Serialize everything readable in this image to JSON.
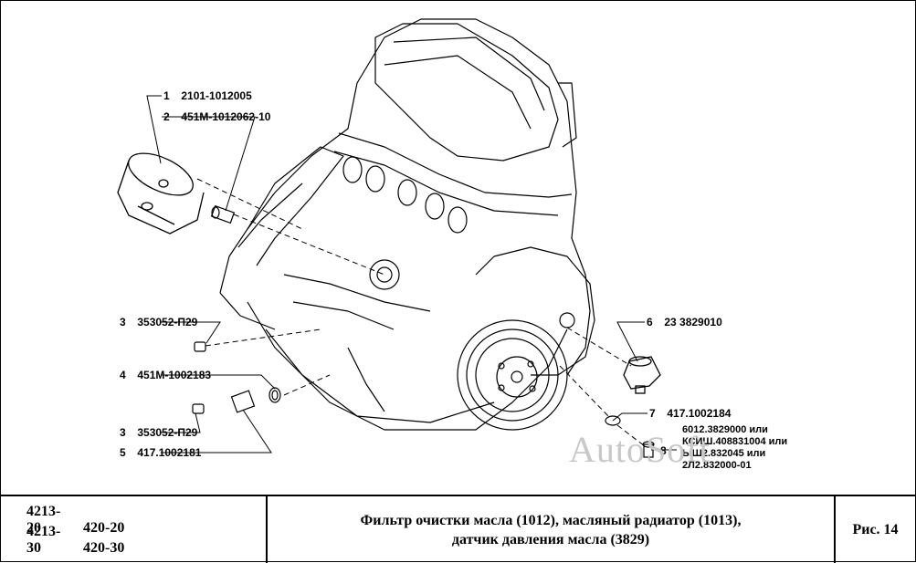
{
  "callouts": [
    {
      "num": "1",
      "code": "2101-1012005"
    },
    {
      "num": "2",
      "code": "451М-1012062-10"
    },
    {
      "num": "3",
      "code": "353052-П29"
    },
    {
      "num": "4",
      "code": "451М-1002183"
    },
    {
      "num": "3",
      "code": "353052-П29"
    },
    {
      "num": "5",
      "code": "417.1002181"
    },
    {
      "num": "6",
      "code": "23 3829010"
    },
    {
      "num": "7",
      "code": "417.1002184"
    },
    {
      "num": "8",
      "code": ""
    }
  ],
  "sensor_alternatives": [
    "6012.3829000 или",
    "КСИШ.408831004 или",
    "ЫШ2.832045 или",
    "2Л2.832000-01"
  ],
  "watermark": "AutoSoft",
  "title_block": {
    "models": [
      {
        "a": "4213-20",
        "b": "420-20"
      },
      {
        "a": "4213-30",
        "b": "420-30"
      }
    ],
    "title_line1": "Фильтр очистки масла (1012), масляный радиатор (1013),",
    "title_line2": "датчик давления масла (3829)",
    "figure": "Рис. 14"
  }
}
